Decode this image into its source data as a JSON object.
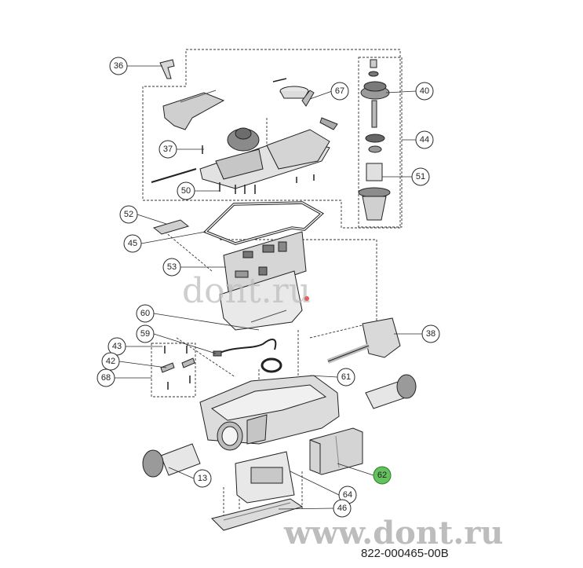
{
  "watermark_small": "dont.ru",
  "watermark_large": "www.dont.ru",
  "document_number": "822-000465-00B",
  "highlight_color": "#63c15e",
  "callouts": [
    {
      "label": "36"
    },
    {
      "label": "67"
    },
    {
      "label": "40"
    },
    {
      "label": "44"
    },
    {
      "label": "37"
    },
    {
      "label": "51"
    },
    {
      "label": "50"
    },
    {
      "label": "52"
    },
    {
      "label": "45"
    },
    {
      "label": "53"
    },
    {
      "label": "60"
    },
    {
      "label": "59"
    },
    {
      "label": "38"
    },
    {
      "label": "43"
    },
    {
      "label": "42"
    },
    {
      "label": "68"
    },
    {
      "label": "61"
    },
    {
      "label": "13"
    },
    {
      "label": "62",
      "highlighted": true
    },
    {
      "label": "64"
    },
    {
      "label": "46"
    }
  ]
}
